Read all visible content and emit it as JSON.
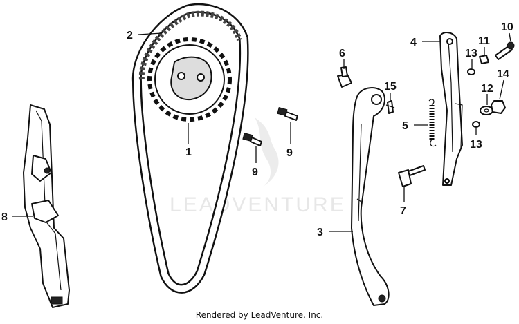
{
  "watermark": "LEADVENTURE",
  "footer": "Rendered by LeadVenture, Inc.",
  "callouts": [
    "1",
    "2",
    "3",
    "4",
    "5",
    "6",
    "7",
    "8",
    "9",
    "9",
    "10",
    "11",
    "12",
    "13",
    "13",
    "14",
    "15"
  ]
}
